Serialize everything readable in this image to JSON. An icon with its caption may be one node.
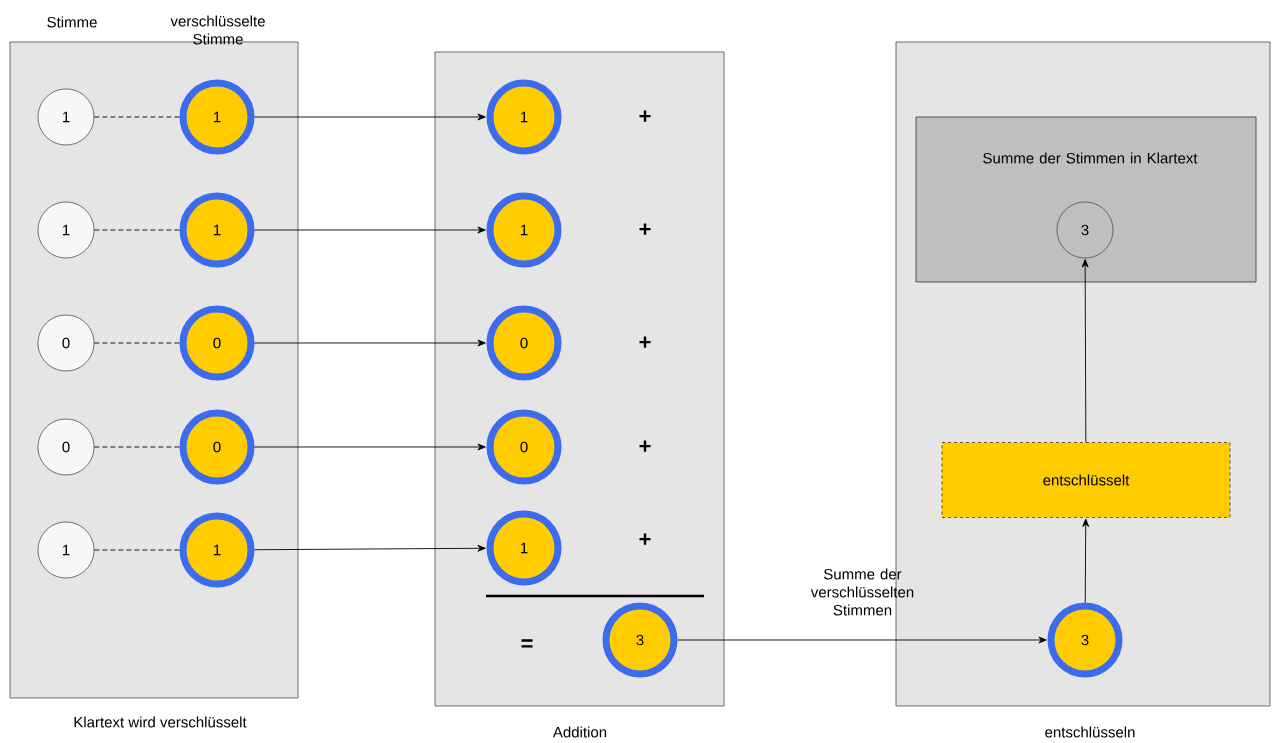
{
  "diagram": {
    "nodes": [
      {
        "text": [
          "Klartext wird verschlüsselt"
        ]
      },
      {
        "text": [
          "Addition"
        ]
      },
      {
        "text": [
          "entschlüsseln"
        ]
      },
      {
        "text": [
          "Summe der Stimmen in Klartext"
        ],
        "in": 2
      },
      {
        "text": [
          "1"
        ],
        "in": 0
      },
      {
        "text": [
          "1"
        ],
        "in": 0
      },
      {
        "text": [
          "0"
        ],
        "in": 0
      },
      {
        "text": [
          "0"
        ],
        "in": 0
      },
      {
        "text": [
          "1"
        ],
        "in": 0
      },
      {
        "text": [
          "1"
        ],
        "in": 0
      },
      {
        "text": [
          "1"
        ],
        "in": 0
      },
      {
        "text": [
          "0"
        ],
        "in": 0
      },
      {
        "text": [
          "0"
        ],
        "in": 0
      },
      {
        "text": [
          "1"
        ],
        "in": 0
      },
      {
        "text": [
          "1"
        ],
        "in": 1
      },
      {
        "text": [
          "1"
        ],
        "in": 1
      },
      {
        "text": [
          "0"
        ],
        "in": 1
      },
      {
        "text": [
          "0"
        ],
        "in": 1
      },
      {
        "text": [
          "1"
        ],
        "in": 1
      },
      {
        "text": [
          "3"
        ],
        "in": 1
      },
      {
        "text": [
          "3"
        ],
        "in": 2
      },
      {
        "text": [
          "entschlüsselt"
        ],
        "in": 2
      },
      {
        "text": [
          "3"
        ],
        "in": 3
      }
    ],
    "edges": [
      {
        "from": 4,
        "to": 9,
        "arrow": "none",
        "style": "dashed"
      },
      {
        "from": 5,
        "to": 10,
        "arrow": "none",
        "style": "dashed"
      },
      {
        "from": 6,
        "to": 11,
        "arrow": "none",
        "style": "dashed"
      },
      {
        "from": 7,
        "to": 12,
        "arrow": "none",
        "style": "dashed"
      },
      {
        "from": 8,
        "to": 13,
        "arrow": "none",
        "style": "dashed"
      },
      {
        "from": 9,
        "to": 14,
        "arrow": "to"
      },
      {
        "from": 10,
        "to": 15,
        "arrow": "to"
      },
      {
        "from": 11,
        "to": 16,
        "arrow": "to"
      },
      {
        "from": 12,
        "to": 17,
        "arrow": "to"
      },
      {
        "from": 13,
        "to": 18,
        "arrow": "to"
      },
      {
        "from": 19,
        "to": 20,
        "arrow": "to",
        "label": "Summe der verschlüsselten Stimmen"
      },
      {
        "from": 20,
        "to": 21,
        "arrow": "to"
      },
      {
        "from": 21,
        "to": 22,
        "arrow": "to"
      }
    ],
    "labels": [
      "Stimme",
      "verschlüsselte Stimme",
      "+",
      "+",
      "+",
      "+",
      "+",
      "="
    ]
  }
}
